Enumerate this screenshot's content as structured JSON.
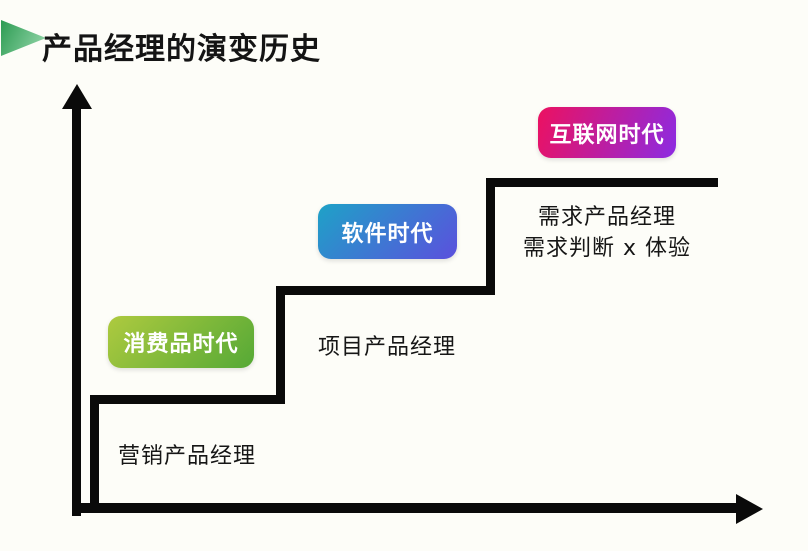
{
  "page": {
    "title": "产品经理的演变历史",
    "background": "#fdfdf8",
    "axis_color": "#0a0a0a",
    "title_arrow_colors": {
      "start": "#2c9b52",
      "end": "#87cf9f"
    }
  },
  "eras": [
    {
      "badge_label": "消费品时代",
      "role_lines": [
        "营销产品经理"
      ],
      "badge_gradient": {
        "angle": "135deg",
        "start": "#aeca3f",
        "end": "#55a936"
      }
    },
    {
      "badge_label": "软件时代",
      "role_lines": [
        "项目产品经理"
      ],
      "badge_gradient": {
        "angle": "135deg",
        "start": "#1ea2c7",
        "end": "#5b50dd"
      }
    },
    {
      "badge_label": "互联网时代",
      "role_lines": [
        "需求产品经理",
        "需求判断 x 体验"
      ],
      "badge_gradient": {
        "angle": "110deg",
        "start": "#ec1160",
        "end": "#8c2be2"
      }
    }
  ]
}
